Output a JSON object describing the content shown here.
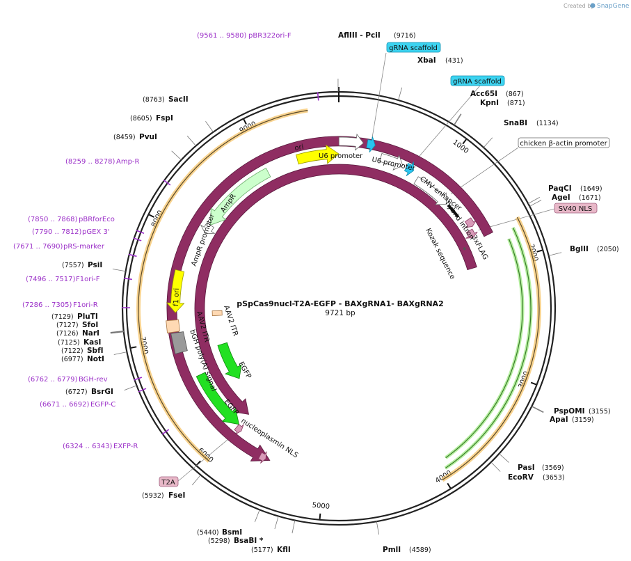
{
  "credit": {
    "created_by": "Created by",
    "brand": "SnapGene"
  },
  "title": "pSpCas9nucl-T2A-EGFP - BAXgRNA1- BAXgRNA2",
  "length_label": "9721 bp",
  "length": 9721,
  "ticks": [
    {
      "label": "1000",
      "bp": 1000
    },
    {
      "label": "2000",
      "bp": 2000
    },
    {
      "label": "3000",
      "bp": 3000
    },
    {
      "label": "4000",
      "bp": 4000
    },
    {
      "label": "5000",
      "bp": 5000
    },
    {
      "label": "6000",
      "bp": 6000
    },
    {
      "label": "7000",
      "bp": 7000
    },
    {
      "label": "8000",
      "bp": 8000
    },
    {
      "label": "9000",
      "bp": 9000
    }
  ],
  "enzymes": [
    {
      "name": "AflIII  - PciI",
      "pos": "(9716)",
      "bp": 9716
    },
    {
      "name": "XbaI",
      "pos": "(431)",
      "bp": 431
    },
    {
      "name": "Acc65I",
      "pos": "(867)",
      "bp": 867
    },
    {
      "name": "KpnI",
      "pos": "(871)",
      "bp": 871
    },
    {
      "name": "SnaBI",
      "pos": "(1134)",
      "bp": 1134
    },
    {
      "name": "PaqCI",
      "pos": "(1649)",
      "bp": 1649
    },
    {
      "name": "AgeI",
      "pos": "(1671)",
      "bp": 1671
    },
    {
      "name": "BglII",
      "pos": "(2050)",
      "bp": 2050
    },
    {
      "name": "PspOMI",
      "pos": "(3155)",
      "bp": 3155
    },
    {
      "name": "ApaI",
      "pos": "(3159)",
      "bp": 3159
    },
    {
      "name": "PasI",
      "pos": "(3569)",
      "bp": 3569
    },
    {
      "name": "EcoRV",
      "pos": "(3653)",
      "bp": 3653
    },
    {
      "name": "PmlI",
      "pos": "(4589)",
      "bp": 4589
    },
    {
      "name": "KflI",
      "pos": "(5177)",
      "bp": 5177
    },
    {
      "name": "BsaBI *",
      "pos": "(5298)",
      "bp": 5298
    },
    {
      "name": "BsmI",
      "pos": "(5440)",
      "bp": 5440
    },
    {
      "name": "FseI",
      "pos": "(5932)",
      "bp": 5932
    },
    {
      "name": "BsrGI",
      "pos": "(6727)",
      "bp": 6727
    },
    {
      "name": "NotI",
      "pos": "(6977)",
      "bp": 6977
    },
    {
      "name": "SbfI",
      "pos": "(7122)",
      "bp": 7122
    },
    {
      "name": "KasI",
      "pos": "(7125)",
      "bp": 7125
    },
    {
      "name": "NarI",
      "pos": "(7126)",
      "bp": 7126
    },
    {
      "name": "SfoI",
      "pos": "(7127)",
      "bp": 7127
    },
    {
      "name": "PluTI",
      "pos": "(7129)",
      "bp": 7129
    },
    {
      "name": "PsiI",
      "pos": "(7557)",
      "bp": 7557
    },
    {
      "name": "PvuI",
      "pos": "(8459)",
      "bp": 8459
    },
    {
      "name": "FspI",
      "pos": "(8605)",
      "bp": 8605
    },
    {
      "name": "SacII",
      "pos": "(8763)",
      "bp": 8763
    }
  ],
  "primers": [
    {
      "name": "pBR322ori-F",
      "range": "(9561 .. 9580)",
      "bp": 9570
    },
    {
      "name": "Amp-R",
      "range": "(8259 .. 8278)",
      "bp": 8268
    },
    {
      "name": "pBRforEco",
      "range": "(7850 .. 7868)",
      "bp": 7859
    },
    {
      "name": "pGEX 3'",
      "range": "(7790 .. 7812)",
      "bp": 7801
    },
    {
      "name": "pRS-marker",
      "range": "(7671 .. 7690)",
      "bp": 7680
    },
    {
      "name": "F1ori-F",
      "range": "(7496 .. 7517)",
      "bp": 7506
    },
    {
      "name": "F1ori-R",
      "range": "(7286 .. 7305)",
      "bp": 7295
    },
    {
      "name": "BGH-rev",
      "range": "(6762 .. 6779)",
      "bp": 6770
    },
    {
      "name": "EGFP-C",
      "range": "(6671 .. 6692)",
      "bp": 6681
    },
    {
      "name": "EXFP-R",
      "range": "(6324 .. 6343)",
      "bp": 6333
    }
  ],
  "boxed_labels": [
    {
      "text": "gRNA scaffold",
      "style": "cyan"
    },
    {
      "text": "gRNA scaffold",
      "style": "cyan"
    },
    {
      "text": "chicken β-actin promoter",
      "style": "white"
    },
    {
      "text": "SV40 NLS",
      "style": "pink"
    },
    {
      "text": "T2A",
      "style": "pink"
    }
  ],
  "feature_labels": {
    "u6_1": "U6 promoter",
    "u6_2": "U6 promoter",
    "cmv": "CMV enhancer",
    "intron": "hybrid intron",
    "flag": "3xFLAG",
    "kozak": "Kozak sequence",
    "cas9_outer": "Cas9",
    "cas9_inner": "Cas9",
    "ori": "ori",
    "ampr": "AmpR",
    "ampr_promoter": "AmpR promoter",
    "f1ori": "f1 ori",
    "aav_itr_right": "AAV2 ITR",
    "aav_itr_left": "AAV2 ITR",
    "bgh": "bGH poly(A) signal",
    "egfp_inner": "EGFP",
    "egfp_outer": "EGFP",
    "nls": "nucleoplasmin NLS"
  },
  "colors": {
    "backbone": "#222222",
    "cas9": "#8f2d62",
    "egfp": "#22e022",
    "ori": "#ffff00",
    "ampr": "#ccffcc",
    "gRNA": "#29c4ef",
    "itr": "#ffd9b3",
    "bgh": "#9a9a9a",
    "primer": "#9b30c8",
    "orf_outline": "#f5c060",
    "label_cyan": "#3cd3f0",
    "label_pink": "#e8b8c8"
  }
}
